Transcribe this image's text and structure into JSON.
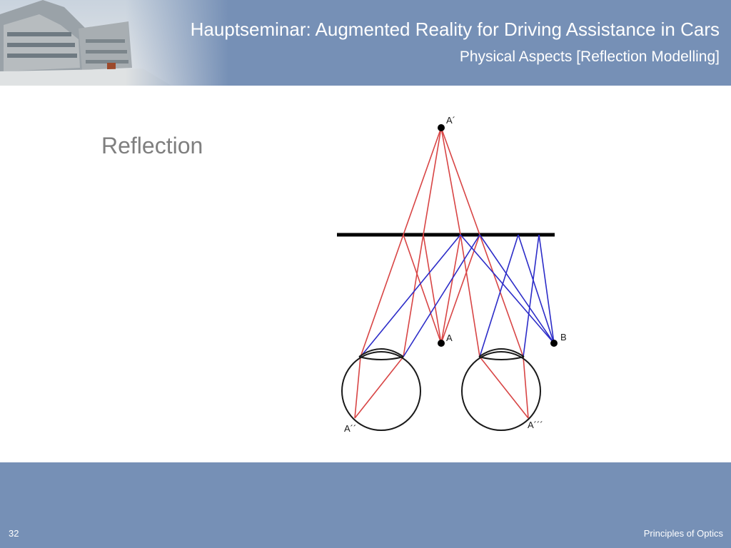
{
  "header": {
    "title": "Hauptseminar: Augmented Reality for Driving Assistance in Cars",
    "subtitle": "Physical Aspects [Reflection Modelling]"
  },
  "slide": {
    "heading": "Reflection"
  },
  "diagram": {
    "label_a_prime": "A´",
    "label_a": "A",
    "label_b": "B",
    "label_a_double_prime": "A´´",
    "label_a_triple_prime": "A´´´",
    "colors": {
      "mirror": "#000000",
      "ray_from_a": "#d84545",
      "ray_from_b": "#2c2cc8",
      "eye_outline": "#1a1a1a",
      "point": "#000000"
    }
  },
  "footer": {
    "slide_number": "32",
    "text": "Principles of Optics"
  }
}
